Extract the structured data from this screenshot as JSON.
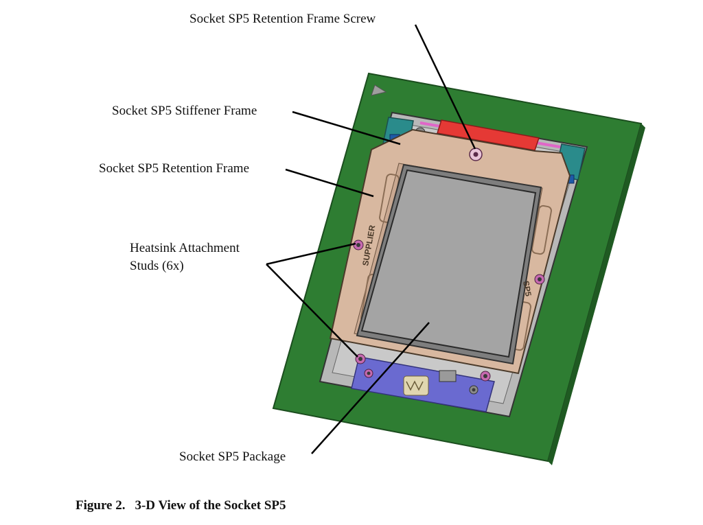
{
  "labels": {
    "retention_frame_screw": "Socket SP5 Retention Frame Screw",
    "stiffener_frame": "Socket SP5 Stiffener Frame",
    "retention_frame": "Socket SP5 Retention Frame",
    "heatsink_studs_line1": "Heatsink Attachment",
    "heatsink_studs_line2": "Studs (6x)",
    "package": "Socket SP5 Package"
  },
  "frame_stamps": {
    "left": "SUPPLIER",
    "right": "SP5"
  },
  "caption": {
    "figure_number": "Figure 2.",
    "title": "3-D View of the Socket SP5"
  },
  "colors": {
    "board": "#2e7d32",
    "retention_frame": "#d8b8a0",
    "package": "#a4a4a4",
    "stiffener": "#b8b8b8",
    "latch_red": "#e53935",
    "clip_teal": "#2a8b8b",
    "lever_purple": "#6a6ad0"
  }
}
